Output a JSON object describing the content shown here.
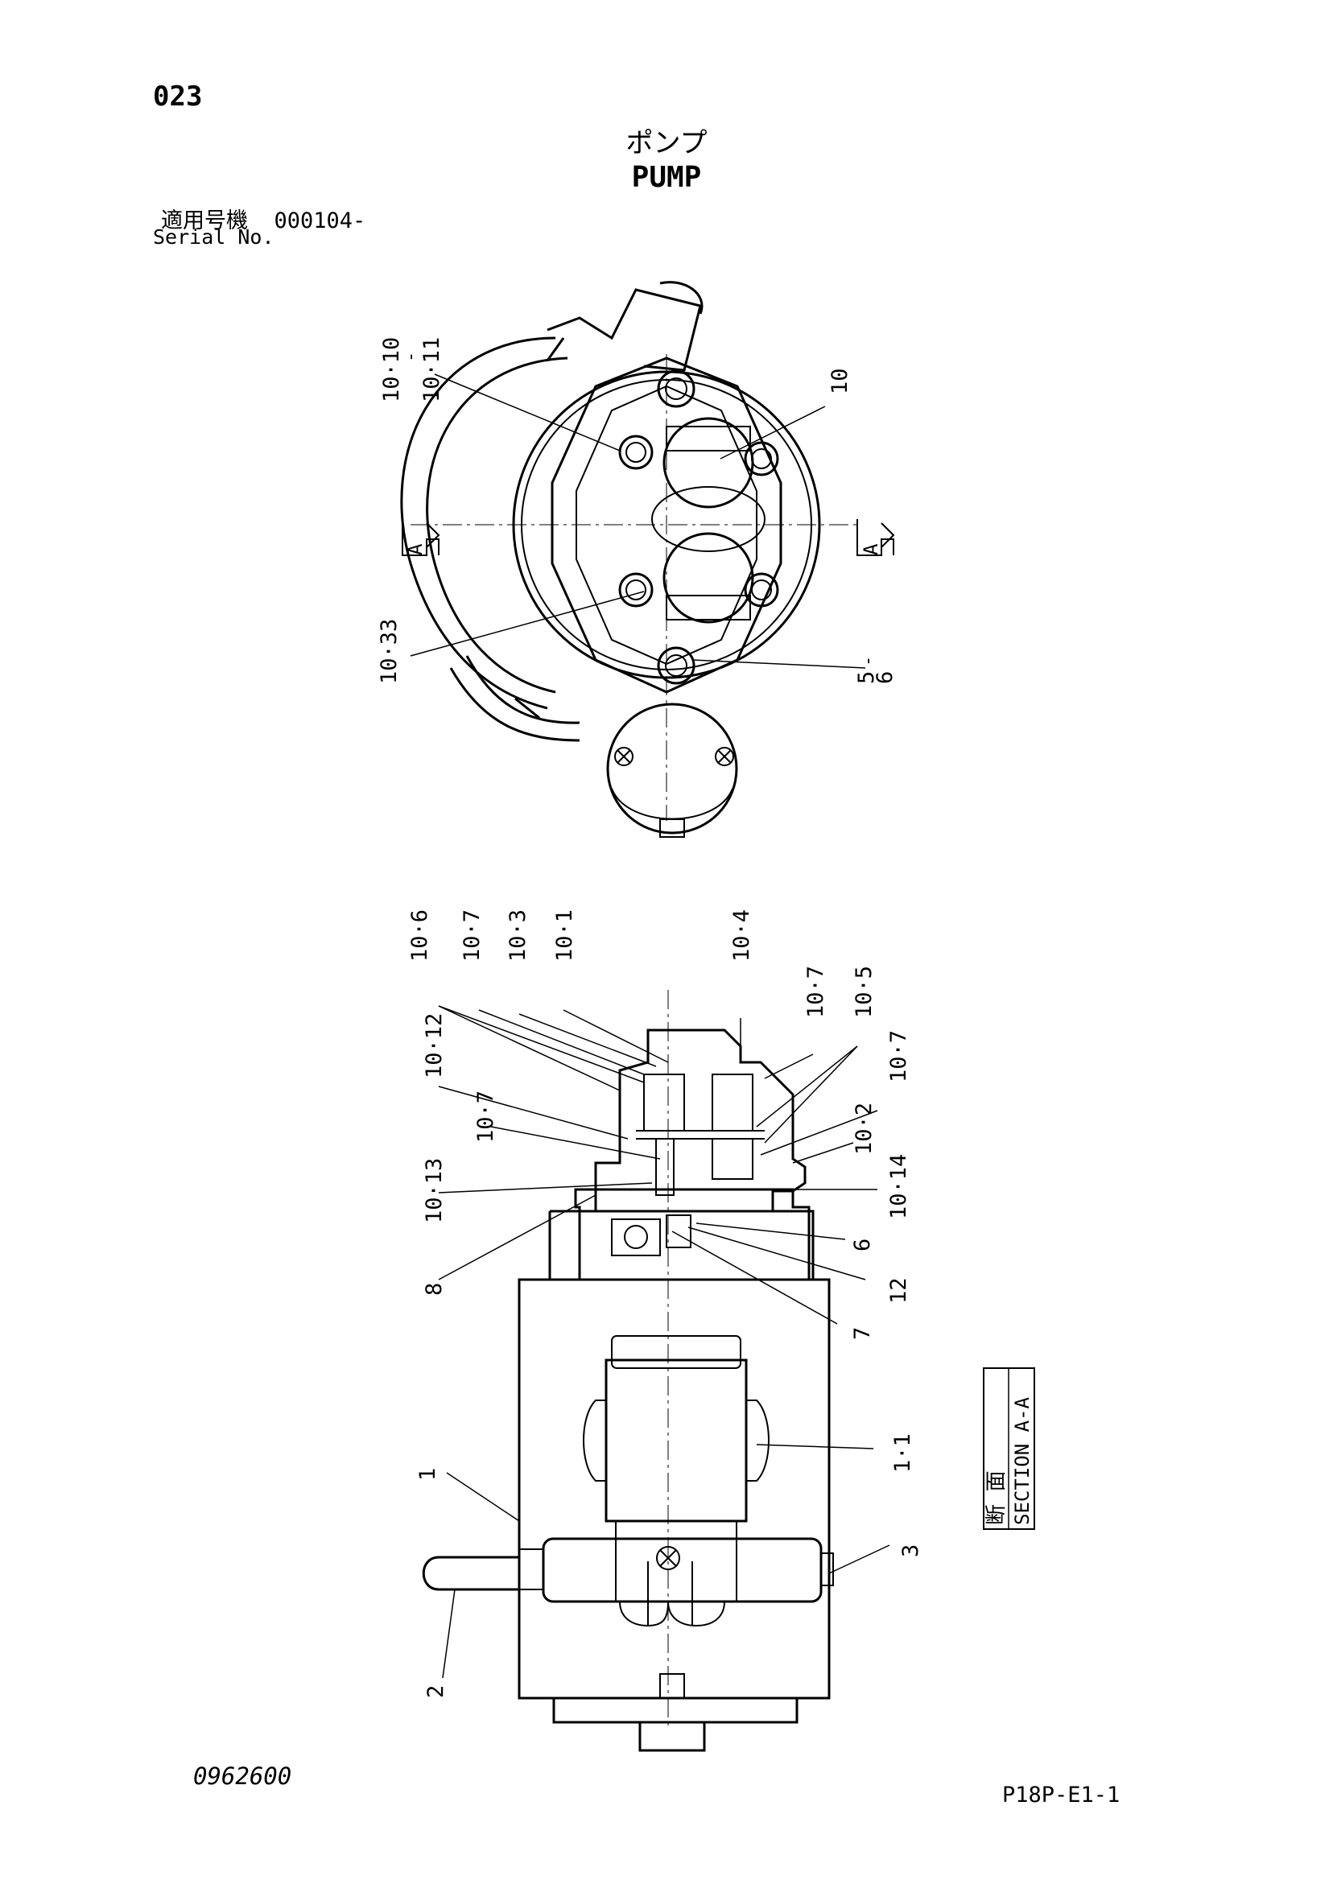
{
  "page_number": "023",
  "title_jp": "ポンプ",
  "title_en": "PUMP",
  "serial_label_jp": "適用号機",
  "serial_value": "000104-",
  "serial_label_en": "Serial No.",
  "section_marker": "A",
  "section_label_jp": "断 面",
  "section_label_en": "SECTION A-A",
  "drawing_number": "0962600",
  "sheet_code": "P18P-E1-1",
  "callouts_top_view": [
    "10·10",
    "10·11",
    "10",
    "10·33",
    "5",
    "6"
  ],
  "callouts_section_view": [
    "10·6",
    "10·7",
    "10·3",
    "10·1",
    "10·4",
    "10·7",
    "10·5",
    "10·12",
    "10·7",
    "10·7",
    "10·2",
    "10·13",
    "10·14",
    "8",
    "6",
    "12",
    "7",
    "1·1",
    "1",
    "3",
    "2"
  ]
}
